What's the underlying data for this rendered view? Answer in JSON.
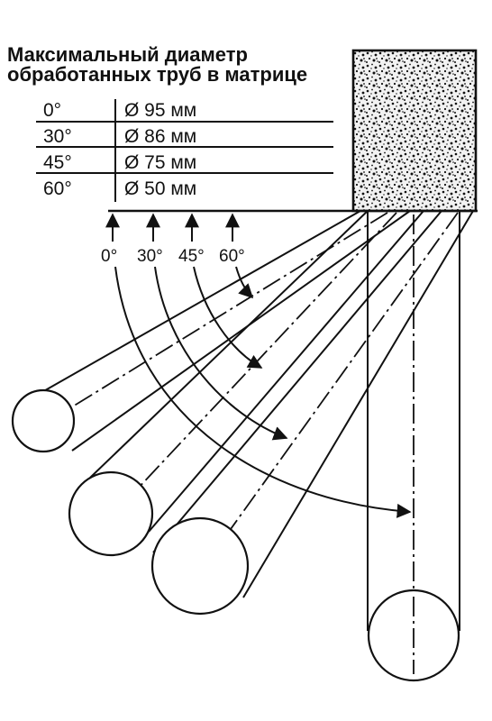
{
  "title": {
    "line1": "Максимальный диаметр",
    "line2": "обработанных труб в матрице"
  },
  "table": {
    "rows": [
      {
        "angle": "0°",
        "diameter": "Ø 95 мм"
      },
      {
        "angle": "30°",
        "diameter": "Ø 86 мм"
      },
      {
        "angle": "45°",
        "diameter": "Ø 75 мм"
      },
      {
        "angle": "60°",
        "diameter": "Ø 50 мм"
      }
    ]
  },
  "angle_labels": [
    "0°",
    "30°",
    "45°",
    "60°"
  ],
  "colors": {
    "ink": "#111111",
    "background": "#ffffff"
  }
}
